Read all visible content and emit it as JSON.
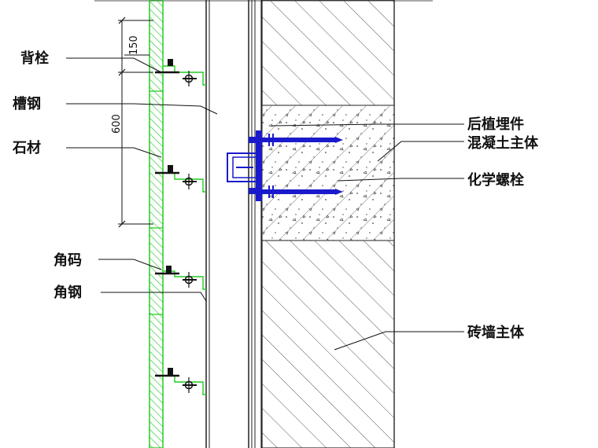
{
  "labels": {
    "back_bolt": "背栓",
    "channel_steel": "槽钢",
    "stone": "石材",
    "corner_bracket": "角码",
    "angle_steel": "角钢",
    "embedded_part": "后植埋件",
    "concrete_body": "混凝土主体",
    "chemical_bolt": "化学螺栓",
    "brick_wall_body": "砖墙主体"
  },
  "dimensions": {
    "bolt_offset": "150",
    "bolt_spacing": "600"
  },
  "colors": {
    "stone": "#22cc22",
    "bolt": "#1a1acc",
    "lines": "#222222",
    "hatch": "#555555"
  }
}
